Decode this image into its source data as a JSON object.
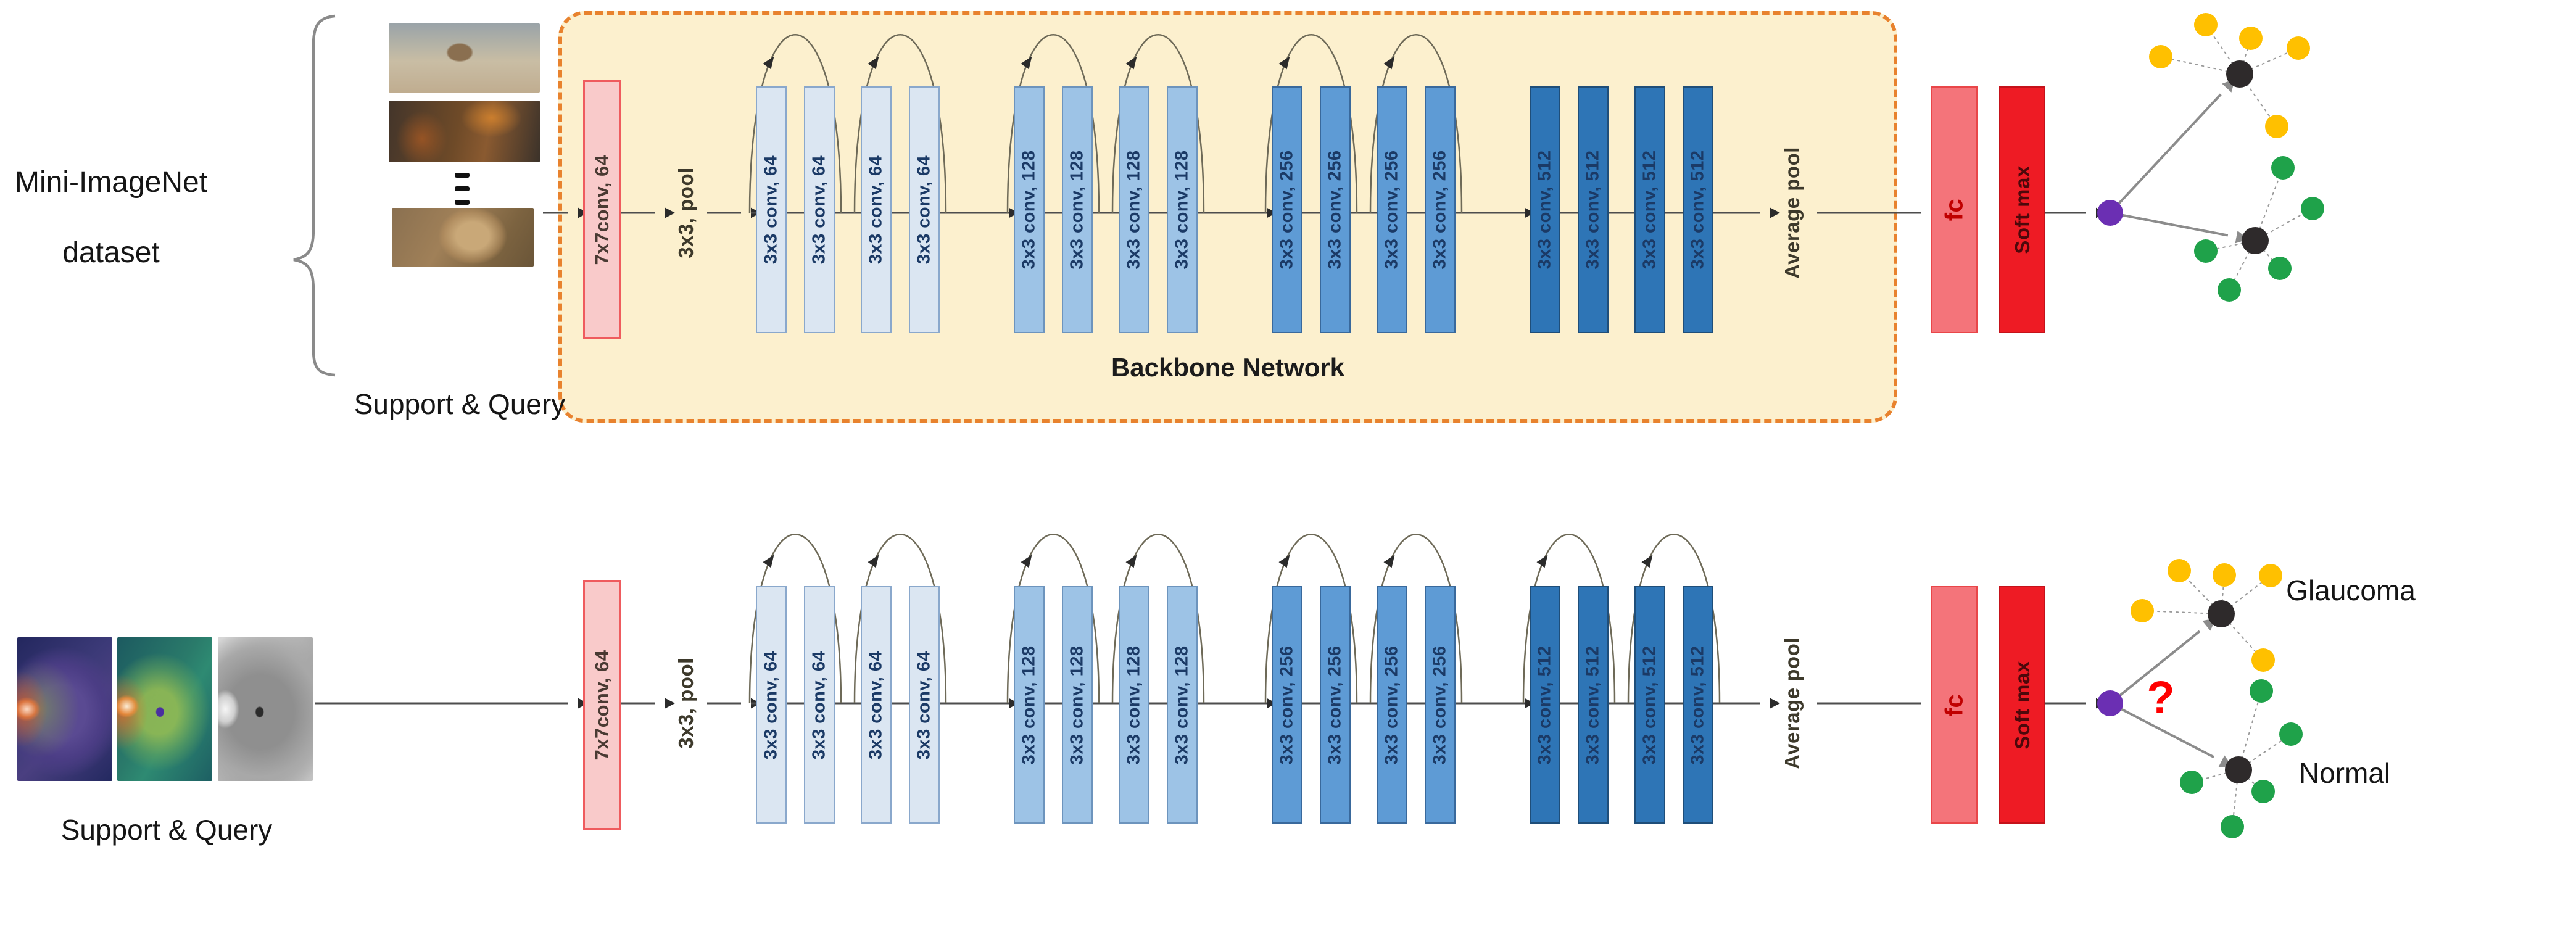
{
  "figure": {
    "dataset_label": {
      "line1": "Mini-ImageNet",
      "line2": "dataset"
    },
    "support_query_top": "Support & Query",
    "support_query_bottom": "Support & Query",
    "backbone_label": "Backbone Network",
    "question_mark": "?",
    "class_labels": {
      "glaucoma": "Glaucoma",
      "normal": "Normal"
    },
    "network": {
      "input_conv_label": "7x7conv, 64",
      "pool_label": "3x3, pool",
      "conv_groups": [
        {
          "label": "3x3 conv, 64",
          "count": 4
        },
        {
          "label": "3x3 conv, 128",
          "count": 4
        },
        {
          "label": "3x3 conv, 256",
          "count": 4
        },
        {
          "label": "3x3 conv, 512",
          "count": 4
        }
      ],
      "avg_pool_label": "Average pool",
      "fc_label": "fc",
      "softmax_label": "Soft max"
    },
    "top_images": [
      "dog-on-beach-photo",
      "warm-scene-photo",
      "lion-photo"
    ],
    "bottom_images": [
      "retina-scan-purple",
      "retina-scan-green",
      "retina-scan-grayscale"
    ],
    "graph": {
      "query_node": "purple",
      "prototype_node": "black",
      "class1_nodes": "yellow",
      "class2_nodes": "green",
      "satellites_per_cluster": 5
    },
    "colors": {
      "backbone_fill": "#fcf0ce",
      "backbone_border": "#e8822e",
      "input_conv_fill": "#f9caca",
      "input_conv_border": "#ef5b5e",
      "conv64": "#dbe6f2",
      "conv128": "#9dc3e6",
      "conv256": "#5e9bd5",
      "conv512": "#2e75b6",
      "fc_fill": "#f4747a",
      "softmax_fill": "#ee1b24",
      "node_yellow": "#ffc000",
      "node_green": "#1fa24a",
      "node_purple": "#6b2fb3",
      "node_black": "#2e2a2b",
      "question_color": "#ff0000",
      "arrow_gray": "#8c8c8c",
      "line_dark": "#4d4d4d"
    }
  }
}
